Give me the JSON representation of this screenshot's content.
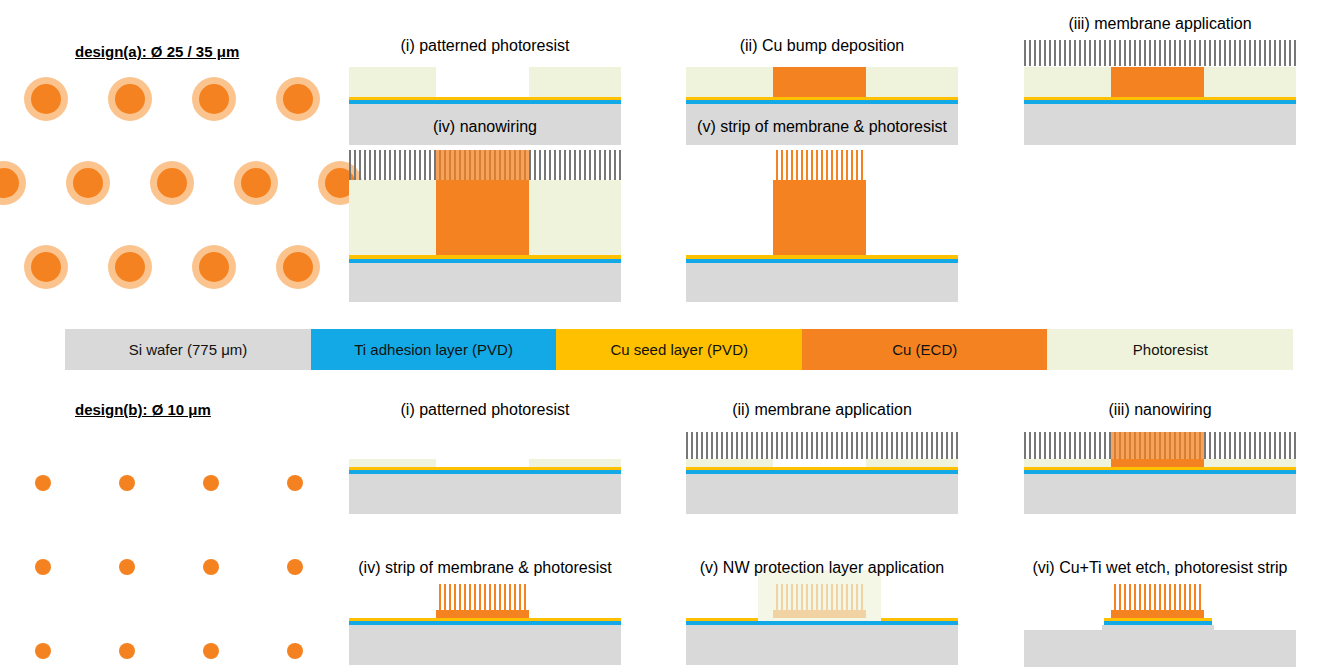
{
  "diagram": {
    "labels": [
      "design(a): Ø 25 / 35 μm",
      "(i) patterned photoresist",
      "(ii) Cu bump deposition",
      "(iii) membrane application",
      "(iv) nanowiring",
      "(v) strip of membrane & photoresist",
      "design(b): Ø 10 μm",
      "(i) patterned photoresist",
      "(ii) membrane application",
      "(iii) nanowiring",
      "(iv) strip of membrane & photoresist",
      "(v) NW protection layer application",
      "(vi) Cu+Ti wet etch, photoresist strip"
    ],
    "legend": [
      {
        "text": "Si wafer (775 μm)",
        "color": "#d9d9d9"
      },
      {
        "text": "Ti adhesion layer (PVD)",
        "color": "#12a9e6"
      },
      {
        "text": "Cu seed layer (PVD)",
        "color": "#ffc000"
      },
      {
        "text": "Cu (ECD)",
        "color": "#f58220"
      },
      {
        "text": "Photoresist",
        "color": "#eff3dc"
      }
    ]
  }
}
